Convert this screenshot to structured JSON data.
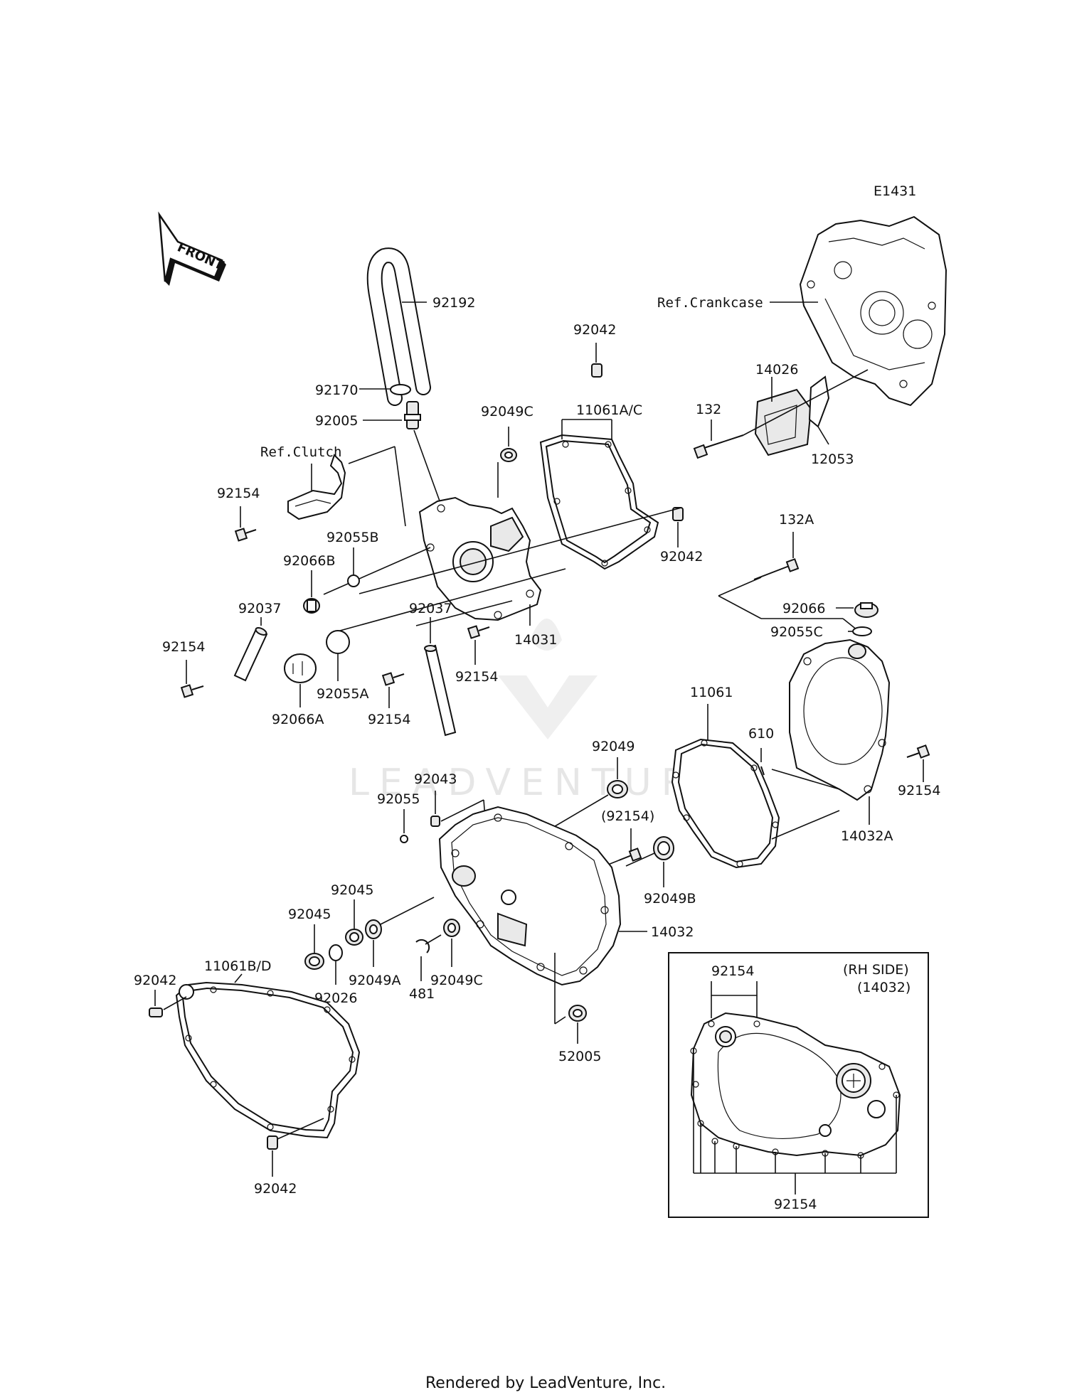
{
  "diagram_id": "E1431",
  "front_label": "FRONT",
  "refs": {
    "crankcase": "Ref.Crankcase",
    "clutch": "Ref.Clutch"
  },
  "inset": {
    "title_line1": "(RH SIDE)",
    "title_line2": "(14032)",
    "top_label": "92154",
    "bottom_label": "92154"
  },
  "parts": {
    "p92192": "92192",
    "p92170": "92170",
    "p92005": "92005",
    "p92042_top": "92042",
    "p92049C_top": "92049C",
    "p11061AC": "11061A/C",
    "p14026": "14026",
    "p132": "132",
    "p12053": "12053",
    "p92154_clutch": "92154",
    "p92055B": "92055B",
    "p92066B": "92066B",
    "p92042_mid": "92042",
    "p132A": "132A",
    "p92037_left": "92037",
    "p92037_mid": "92037",
    "p14031": "14031",
    "p92066": "92066",
    "p92055C": "92055C",
    "p92154_left": "92154",
    "p92154_mid": "92154",
    "p92154_low": "92154",
    "p92055A": "92055A",
    "p92066A": "92066A",
    "p11061": "11061",
    "p610": "610",
    "p92049": "92049",
    "p92154_right": "92154",
    "p92043": "92043",
    "p92055": "92055",
    "p92154_paren": "(92154)",
    "p14032A": "14032A",
    "p92049B": "92049B",
    "p92045_a": "92045",
    "p92045_b": "92045",
    "p14032": "14032",
    "p11061BD": "11061B/D",
    "p92042_left": "92042",
    "p92026": "92026",
    "p92049A": "92049A",
    "p481": "481",
    "p92049C_low": "92049C",
    "p52005": "52005",
    "p92042_bottom": "92042"
  },
  "watermark": "LEADVENTURE",
  "footer": "Rendered by LeadVenture, Inc."
}
